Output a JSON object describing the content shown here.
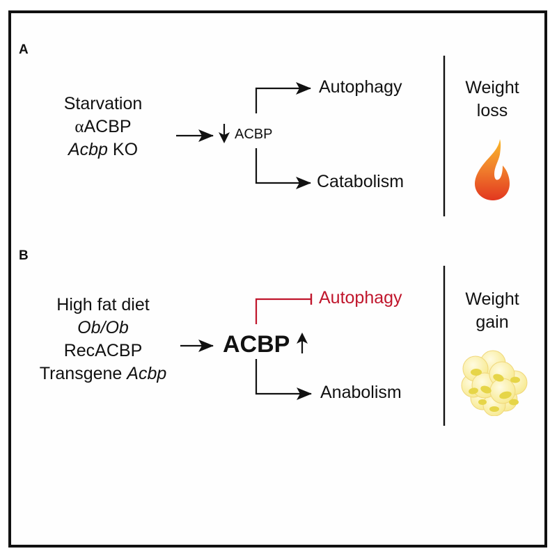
{
  "panels": [
    {
      "label": "A",
      "conditions": [
        {
          "text": "Starvation",
          "italic_part": "",
          "suffix": ""
        },
        {
          "text": "αACBP",
          "italic_part": "",
          "suffix": ""
        },
        {
          "text": "",
          "italic_part": "Acbp",
          "suffix": " KO"
        }
      ],
      "center": {
        "arrow": "down-arrow",
        "text": "ACBP"
      },
      "outcomes": [
        {
          "text": "Autophagy",
          "relation": "activation",
          "color": "#111111"
        },
        {
          "text": "Catabolism",
          "relation": "activation",
          "color": "#111111"
        }
      ],
      "result": {
        "line1": "Weight",
        "line2": "loss",
        "icon": "flame-icon"
      }
    },
    {
      "label": "B",
      "conditions": [
        {
          "text": "High fat diet",
          "italic_part": "",
          "suffix": ""
        },
        {
          "text": "",
          "italic_part": "Ob/Ob",
          "suffix": ""
        },
        {
          "text": "RecACBP",
          "italic_part": "",
          "suffix": ""
        },
        {
          "text": "Transgene ",
          "italic_part": "Acbp",
          "suffix": ""
        }
      ],
      "center": {
        "arrow": "up-arrow",
        "text": "ACBP"
      },
      "outcomes": [
        {
          "text": "Autophagy",
          "relation": "inhibition",
          "color": "#c0162c"
        },
        {
          "text": "Anabolism",
          "relation": "activation",
          "color": "#111111"
        }
      ],
      "result": {
        "line1": "Weight",
        "line2": "gain",
        "icon": "adipocytes-icon"
      }
    }
  ],
  "colors": {
    "ink": "#111111",
    "inhibition": "#c0162c",
    "frame": "#111111"
  }
}
